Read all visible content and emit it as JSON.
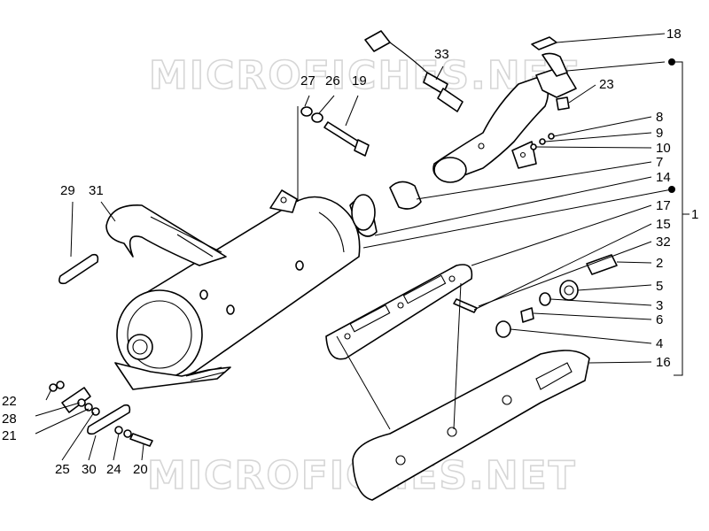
{
  "diagram": {
    "watermark_top": "MICROFICHES.NET",
    "watermark_bottom": "MICROFICHES.NET",
    "callouts": [
      "1",
      "2",
      "3",
      "4",
      "5",
      "6",
      "7",
      "8",
      "9",
      "10",
      "14",
      "15",
      "16",
      "17",
      "18",
      "19",
      "20",
      "21",
      "22",
      "23",
      "24",
      "25",
      "26",
      "27",
      "28",
      "29",
      "30",
      "31",
      "32",
      "33"
    ],
    "colors": {
      "line": "#000000",
      "watermark": "#d6d6d6",
      "background": "#ffffff"
    }
  }
}
